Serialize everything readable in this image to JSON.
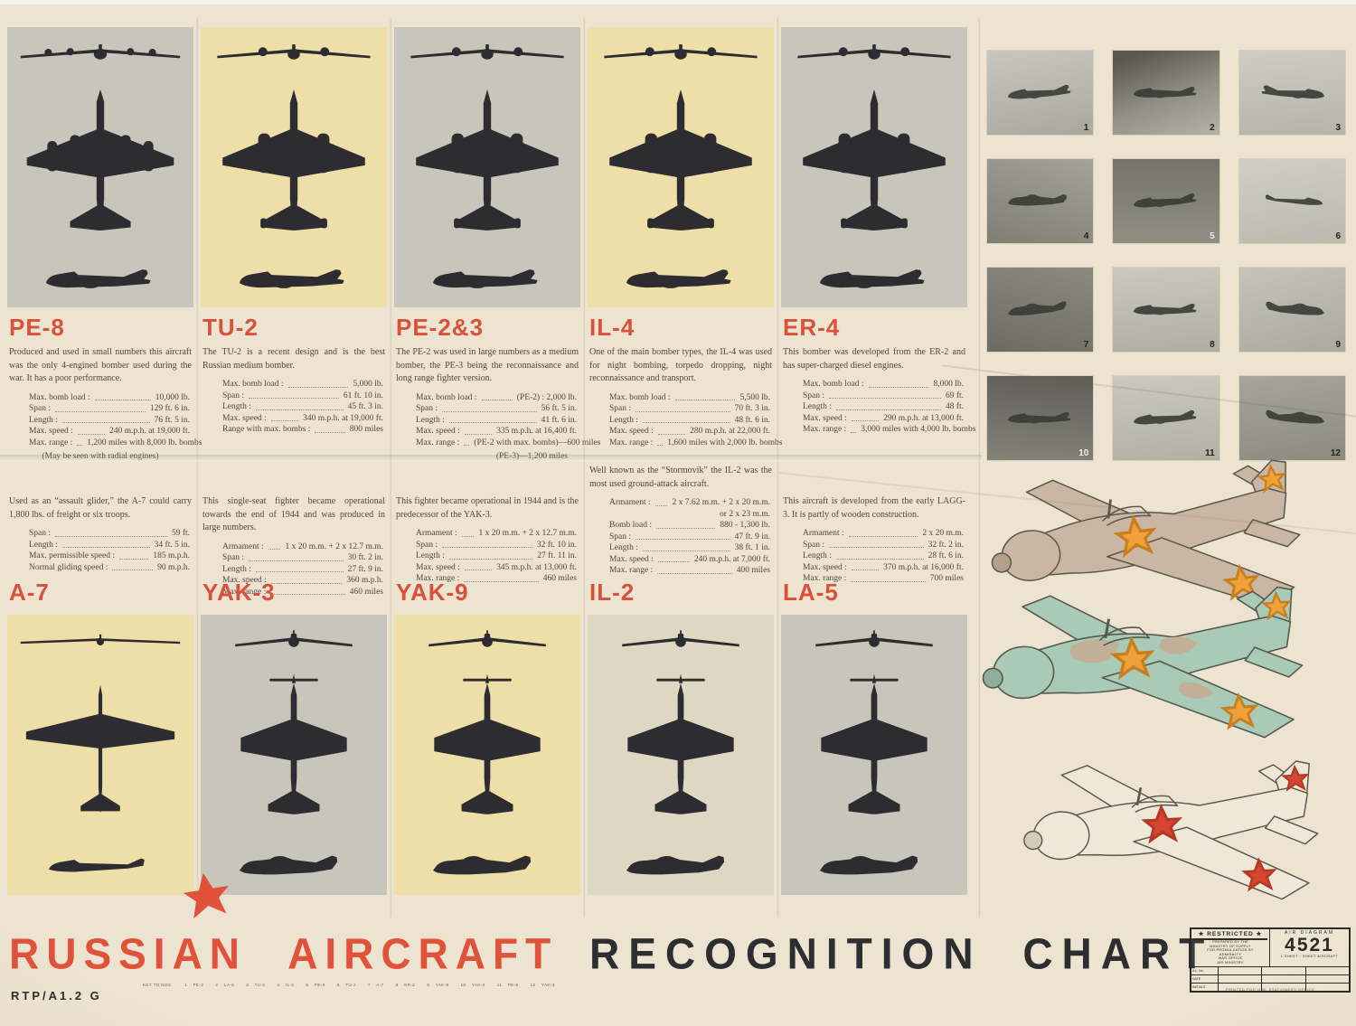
{
  "poster": {
    "title_left": "RUSSIAN AIRCRAFT",
    "title_right": "RECOGNITION CHART",
    "reference": "RTP/A1.2 G",
    "key_strip": "KEY TO NOS.        1    PE-2        2    LA-5        3    TU-2        4    IL-2        5    PE-8        6    TU-2        7    A-7        8    ER-2        9    YAK-9        10    YAK-3        11    PE-8        12    YAK-3"
  },
  "aircraft": [
    {
      "name": "PE-8",
      "desc": "Produced and used in small numbers this aircraft was the only 4-engined bomber used during the war. It has a poor performance.",
      "specs": [
        {
          "label": "Max. bomb load :",
          "value": "10,000 lb."
        },
        {
          "label": "Span :",
          "value": "129 ft. 6 in."
        },
        {
          "label": "Length :",
          "value": "76 ft. 5 in."
        },
        {
          "label": "Max. speed :",
          "value": "240 m.p.h. at 19,000 ft."
        },
        {
          "label": "Max. range :",
          "value": "1,200 miles with 8,000 lb. bombs"
        }
      ],
      "note": "(May be seen with radial engines)"
    },
    {
      "name": "TU-2",
      "desc": "The TU-2 is a recent design and is the best Russian medium bomber.",
      "specs": [
        {
          "label": "Max. bomb load :",
          "value": "5,000 lb."
        },
        {
          "label": "Span :",
          "value": "61 ft. 10 in."
        },
        {
          "label": "Length :",
          "value": "45 ft. 3 in."
        },
        {
          "label": "Max. speed :",
          "value": "340 m.p.h. at 19,000 ft."
        },
        {
          "label": "Range with max. bombs :",
          "value": "800 miles"
        }
      ]
    },
    {
      "name": "PE-2&3",
      "desc": "The PE-2 was used in large numbers as a medium bomber, the PE-3 being the reconnaissance and long range fighter version.",
      "specs": [
        {
          "label": "Max. bomb load :",
          "value": "(PE-2) : 2,000 lb."
        },
        {
          "label": "Span :",
          "value": "56 ft. 5 in."
        },
        {
          "label": "Length :",
          "value": "41 ft. 6 in."
        },
        {
          "label": "Max. speed :",
          "value": "335 m.p.h. at 16,400 ft."
        },
        {
          "label": "Max. range :",
          "value": "(PE-2 with max. bombs)—600 miles"
        }
      ],
      "note": "(PE-3)—1,200 miles"
    },
    {
      "name": "IL-4",
      "desc": "One of the main bomber types, the IL-4 was used for night bombing, torpedo dropping, night reconnaissance and transport.",
      "specs": [
        {
          "label": "Max. bomb load :",
          "value": "5,500 lb."
        },
        {
          "label": "Span :",
          "value": "70 ft. 3 in."
        },
        {
          "label": "Length :",
          "value": "48 ft. 6 in."
        },
        {
          "label": "Max. speed :",
          "value": "280 m.p.h. at 22,000 ft."
        },
        {
          "label": "Max. range :",
          "value": "1,600 miles with 2,000 lb. bombs"
        }
      ]
    },
    {
      "name": "ER-4",
      "desc": "This bomber was developed from the ER-2 and has super-charged diesel engines.",
      "specs": [
        {
          "label": "Max. bomb load :",
          "value": "8,000 lb."
        },
        {
          "label": "Span :",
          "value": "69 ft."
        },
        {
          "label": "Length :",
          "value": "48 ft."
        },
        {
          "label": "Max. speed :",
          "value": "290 m.p.h. at 13,000 ft."
        },
        {
          "label": "Max. range :",
          "value": "3,000 miles with 4,000 lb. bombs"
        }
      ]
    },
    {
      "name": "A-7",
      "desc": "Used as an “assault glider,” the A-7 could carry 1,800 lbs. of freight or six troops.",
      "specs": [
        {
          "label": "Span :",
          "value": "59 ft."
        },
        {
          "label": "Length :",
          "value": "34 ft. 5 in."
        },
        {
          "label": "Max. permissible speed :",
          "value": "185 m.p.h."
        },
        {
          "label": "Normal gliding speed :",
          "value": "90 m.p.h."
        }
      ]
    },
    {
      "name": "YAK-3",
      "desc": "This single-seat fighter became operational towards the end of 1944 and was produced in large numbers.",
      "specs": [
        {
          "label": "Armament :",
          "value": "1 x 20 m.m. + 2 x 12.7 m.m."
        },
        {
          "label": "Span :",
          "value": "30 ft. 2 in."
        },
        {
          "label": "Length :",
          "value": "27 ft. 9 in."
        },
        {
          "label": "Max. speed :",
          "value": "360 m.p.h."
        },
        {
          "label": "Max. range :",
          "value": "460 miles"
        }
      ]
    },
    {
      "name": "YAK-9",
      "desc": "This fighter became operational in 1944 and is the predecessor of the YAK-3.",
      "specs": [
        {
          "label": "Armament :",
          "value": "1 x 20 m.m. + 2 x 12.7 m.m."
        },
        {
          "label": "Span :",
          "value": "32 ft. 10 in."
        },
        {
          "label": "Length :",
          "value": "27 ft. 11 in."
        },
        {
          "label": "Max. speed :",
          "value": "345 m.p.h. at 13,000 ft."
        },
        {
          "label": "Max. range :",
          "value": "460 miles"
        }
      ]
    },
    {
      "name": "IL-2",
      "desc": "Well known as the “Stormovik” the IL-2 was the most used ground-attack aircraft.",
      "specs": [
        {
          "label": "Armament :",
          "value": "2 x 7.62 m.m. + 2 x 20 m.m."
        },
        {
          "label": "",
          "value": "or 2 x 23 m.m."
        },
        {
          "label": "Bomb load :",
          "value": "880 - 1,300 lb."
        },
        {
          "label": "Span :",
          "value": "47 ft. 9 in."
        },
        {
          "label": "Length :",
          "value": "38 ft. 1 in."
        },
        {
          "label": "Max. speed :",
          "value": "240 m.p.h. at 7,000 ft."
        },
        {
          "label": "Max. range :",
          "value": "400 miles"
        }
      ]
    },
    {
      "name": "LA-5",
      "desc": "This aircraft is developed from the early LAGG-3. It is partly of wooden construction.",
      "specs": [
        {
          "label": "Armament :",
          "value": "2 x 20 m.m."
        },
        {
          "label": "Span :",
          "value": "32 ft. 2 in."
        },
        {
          "label": "Length :",
          "value": "28 ft. 6 in."
        },
        {
          "label": "Max. speed :",
          "value": "370 m.p.h. at 16,000 ft."
        },
        {
          "label": "Max. range :",
          "value": "700 miles"
        }
      ]
    }
  ],
  "photos": [
    {
      "n": "1"
    },
    {
      "n": "2"
    },
    {
      "n": "3"
    },
    {
      "n": "4"
    },
    {
      "n": "5"
    },
    {
      "n": "6"
    },
    {
      "n": "7"
    },
    {
      "n": "8"
    },
    {
      "n": "9"
    },
    {
      "n": "10"
    },
    {
      "n": "11"
    },
    {
      "n": "12"
    }
  ],
  "stamp": {
    "classification": "★  RESTRICTED  ★",
    "issued_lines": [
      "PREPARED BY THE",
      "MINISTRY OF SUPPLY",
      "FOR PROMULGATION BY",
      "ADMIRALTY",
      "WAR OFFICE",
      "AIR MINISTRY"
    ],
    "diagram_label": "AIR DIAGRAM",
    "diagram_number": "4521",
    "sheet_line": "1 SHEET · SHEET AIRCRAFT",
    "table_rows": [
      "A.L. No.",
      "DATE",
      "INITIALS"
    ],
    "imprint": "PRINTED FOR H.M. STATIONERY OFFICE"
  },
  "colors": {
    "accent_red": "#d9503b",
    "panel_yellow": "#eedfa8",
    "panel_gray": "#c8c5ba",
    "silhouette": "#2c2c31",
    "tan_plane": "#cab7a3",
    "green_plane": "#a9cab6",
    "white_plane": "#efe8d8",
    "orange_star": "#f0a23a",
    "red_star": "#d6452f"
  }
}
